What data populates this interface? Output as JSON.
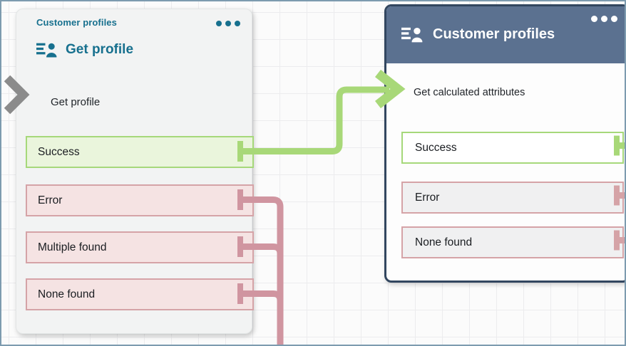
{
  "canvas": {
    "type": "contact-flow-designer-canvas",
    "background": "#fbfbfb",
    "grid_color": "#ececee"
  },
  "left_block": {
    "group_label": "Customer profiles",
    "title": "Get profile",
    "step_label": "Get profile",
    "accent_color": "#17708e",
    "ports": [
      {
        "label": "Success",
        "status": "success"
      },
      {
        "label": "Error",
        "status": "error"
      },
      {
        "label": "Multiple found",
        "status": "error"
      },
      {
        "label": "None found",
        "status": "error"
      }
    ]
  },
  "right_block": {
    "group_label": "Customer profiles",
    "step_label": "Get calculated attributes",
    "selected": true,
    "header_color": "#5b7190",
    "ports": [
      {
        "label": "Success",
        "status": "success"
      },
      {
        "label": "Error",
        "status": "neutral"
      },
      {
        "label": "None found",
        "status": "neutral"
      }
    ]
  },
  "connections": [
    {
      "from": "Get profile / Success",
      "to": "Get calculated attributes input",
      "color": "#a8d878"
    },
    {
      "from": "Get profile / Error",
      "to": "off-canvas bottom",
      "color": "#d095a0"
    },
    {
      "from": "Get profile / Multiple found",
      "to": "off-canvas bottom",
      "color": "#d095a0"
    },
    {
      "from": "Get profile / None found",
      "to": "off-canvas bottom",
      "color": "#d095a0"
    }
  ],
  "colors": {
    "success_fill": "#eaf5dc",
    "success_border": "#a6d87a",
    "error_fill": "#f5e3e3",
    "error_border": "#d5a3a7",
    "neutral_fill": "#f0f0f1",
    "selected_border": "#32465f",
    "text_dark": "#1a1d21",
    "input_chevron_gray": "#8b8b8b"
  }
}
